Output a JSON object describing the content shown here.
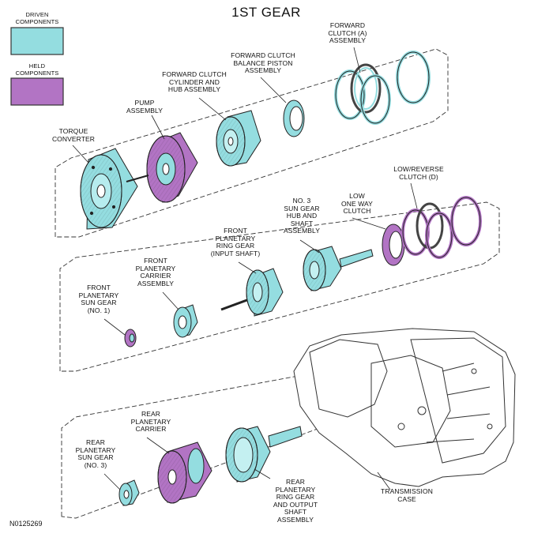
{
  "title": "1ST GEAR",
  "figure_id": "N0125269",
  "colors": {
    "driven": "#94dde0",
    "held": "#b274c4",
    "outline": "#222222",
    "case": "#ffffff"
  },
  "legend": {
    "driven": [
      "DRIVEN",
      "COMPONENTS"
    ],
    "held": [
      "HELD",
      "COMPONENTS"
    ]
  },
  "labels": {
    "forward_clutch_a": [
      "FORWARD",
      "CLUTCH (A)",
      "ASSEMBLY"
    ],
    "forward_clutch_balance_piston": [
      "FORWARD CLUTCH",
      "BALANCE PISTON",
      "ASSEMBLY"
    ],
    "forward_clutch_cylinder": [
      "FORWARD CLUTCH",
      "CYLINDER AND",
      "HUB ASSEMBLY"
    ],
    "pump": [
      "PUMP",
      "ASSEMBLY"
    ],
    "torque_converter": [
      "TORQUE",
      "CONVERTER"
    ],
    "low_reverse_clutch_d": [
      "LOW/REVERSE",
      "CLUTCH (D)"
    ],
    "low_one_way_clutch": [
      "LOW",
      "ONE WAY",
      "CLUTCH"
    ],
    "no3_sun_gear_hub": [
      "NO. 3",
      "SUN GEAR",
      "HUB AND",
      "SHAFT",
      "ASSEMBLY"
    ],
    "front_planetary_ring_gear": [
      "FRONT",
      "PLANETARY",
      "RING GEAR",
      "(INPUT SHAFT)"
    ],
    "front_planetary_carrier": [
      "FRONT",
      "PLANETARY",
      "CARRIER",
      "ASSEMBLY"
    ],
    "front_planetary_sun_gear": [
      "FRONT",
      "PLANETARY",
      "SUN GEAR",
      "(NO. 1)"
    ],
    "rear_planetary_carrier": [
      "REAR",
      "PLANETARY",
      "CARRIER"
    ],
    "rear_planetary_sun_gear": [
      "REAR",
      "PLANETARY",
      "SUN GEAR",
      "(NO. 3)"
    ],
    "rear_planetary_ring_gear": [
      "REAR",
      "PLANETARY",
      "RING GEAR",
      "AND OUTPUT",
      "SHAFT",
      "ASSEMBLY"
    ],
    "transmission_case": [
      "TRANSMISSION",
      "CASE"
    ]
  }
}
